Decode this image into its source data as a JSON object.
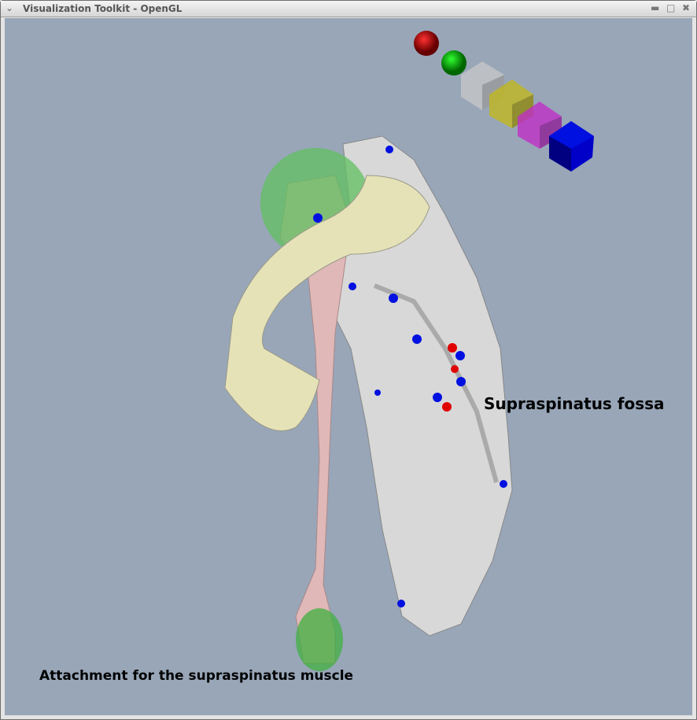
{
  "window": {
    "title": "Visualization Toolkit - OpenGL",
    "menu_icon": "chevron-down-icon",
    "minimize_icon": "minimize-icon",
    "maximize_icon": "maximize-icon",
    "close_icon": "close-icon"
  },
  "scene": {
    "background_color": "#98a6b8",
    "labels": {
      "fossa": "Supraspinatus fossa",
      "attachment": "Attachment for the supraspinatus muscle"
    },
    "legend_colors": [
      "#e00000",
      "#00d000",
      "#b0b0b0",
      "#b8b020",
      "#b030b8",
      "#0000c0"
    ]
  }
}
